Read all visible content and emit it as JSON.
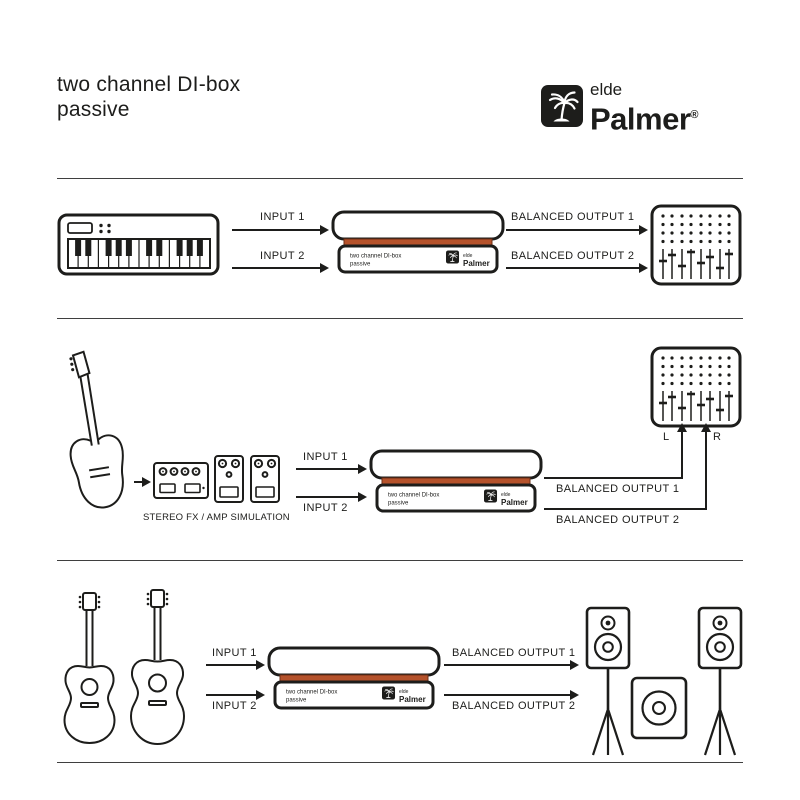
{
  "colors": {
    "ink": "#1d1d1b",
    "accent": "#b5522b",
    "divider": "#3f3f3f"
  },
  "header": {
    "title_line1": "two channel DI-box",
    "title_line2": "passive",
    "brand": {
      "elde": "elde",
      "palmer": "Palmer",
      "registered": "®"
    }
  },
  "dibox": {
    "label_line1": "two channel DI-box",
    "label_line2": "passive",
    "brand_elde": "elde",
    "brand_palmer": "Palmer"
  },
  "labels": {
    "input1": "INPUT 1",
    "input2": "INPUT 2",
    "output1": "BALANCED OUTPUT 1",
    "output2": "BALANCED OUTPUT 2"
  },
  "row2": {
    "fx_label": "STEREO FX / AMP SIMULATION",
    "left": "L",
    "right": "R"
  },
  "icons": {
    "palm-logo-icon": "palm tree in rounded black square",
    "midi-keyboard-icon": "MIDI keyboard line drawing",
    "mixer-icon": "mixing console with knob dots and faders",
    "di-box-icon": "two channel passive DI box device",
    "electric-guitar-icon": "electric guitar line drawing",
    "fx-pedals-icon": "multi-fx unit and two stompbox pedals",
    "acoustic-guitars-icon": "two acoustic guitars",
    "pa-speaker-icon": "PA speaker on tripod stand",
    "subwoofer-icon": "subwoofer cabinet"
  }
}
